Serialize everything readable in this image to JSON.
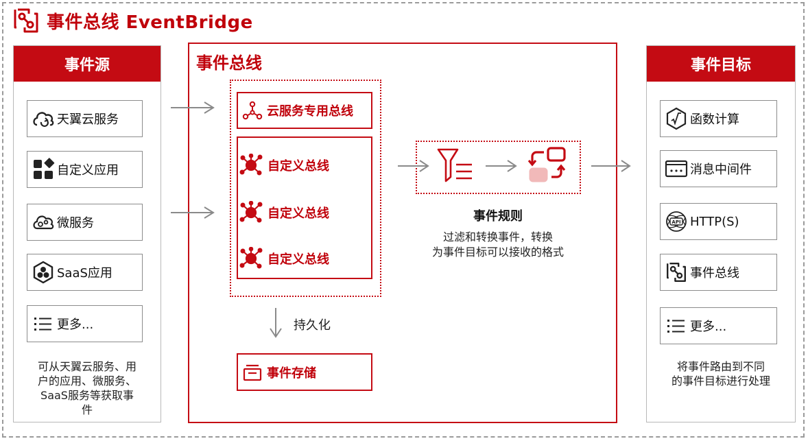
{
  "title": "事件总线 EventBridge",
  "sources": {
    "header": "事件源",
    "items": [
      {
        "label": "天翼云服务",
        "icon": "cloud-sync-icon"
      },
      {
        "label": "自定义应用",
        "icon": "app-grid-icon"
      },
      {
        "label": "微服务",
        "icon": "cloud-cog-icon"
      },
      {
        "label": "SaaS应用",
        "icon": "saas-hexagon-icon"
      },
      {
        "label": "更多...",
        "icon": "list-icon"
      }
    ],
    "description": [
      "可从天翼云服务、用",
      "户的应用、微服务、",
      "SaaS服务等获取事",
      "件"
    ]
  },
  "bus": {
    "title": "事件总线",
    "cloud_bus": {
      "label": "云服务专用总线",
      "icon": "network-nodes-icon"
    },
    "custom_buses": [
      {
        "label": "自定义总线",
        "icon": "hub-nodes-icon"
      },
      {
        "label": "自定义总线",
        "icon": "hub-nodes-icon"
      },
      {
        "label": "自定义总线",
        "icon": "hub-nodes-icon"
      }
    ],
    "persist_label": "持久化",
    "storage": {
      "label": "事件存储",
      "icon": "storage-tray-icon"
    },
    "rule": {
      "title": "事件规则",
      "description": [
        "过滤和转换事件，转换",
        "为事件目标可以接收的格式"
      ],
      "icons": [
        "filter-list-icon",
        "transform-icon"
      ]
    }
  },
  "targets": {
    "header": "事件目标",
    "items": [
      {
        "label": "函数计算",
        "icon": "function-icon"
      },
      {
        "label": "消息中间件",
        "icon": "message-window-icon"
      },
      {
        "label": "HTTP(S)",
        "icon": "api-globe-icon"
      },
      {
        "label": "事件总线",
        "icon": "eventbridge-icon"
      },
      {
        "label": "更多...",
        "icon": "list-icon"
      }
    ],
    "description": [
      "将事件路由到不同",
      "的事件目标进行处理"
    ]
  },
  "colors": {
    "brand_red": "#c40b13",
    "text_dark": "#111111",
    "arrow_gray": "#8a8a8a",
    "border_gray": "#8c8c8c"
  }
}
